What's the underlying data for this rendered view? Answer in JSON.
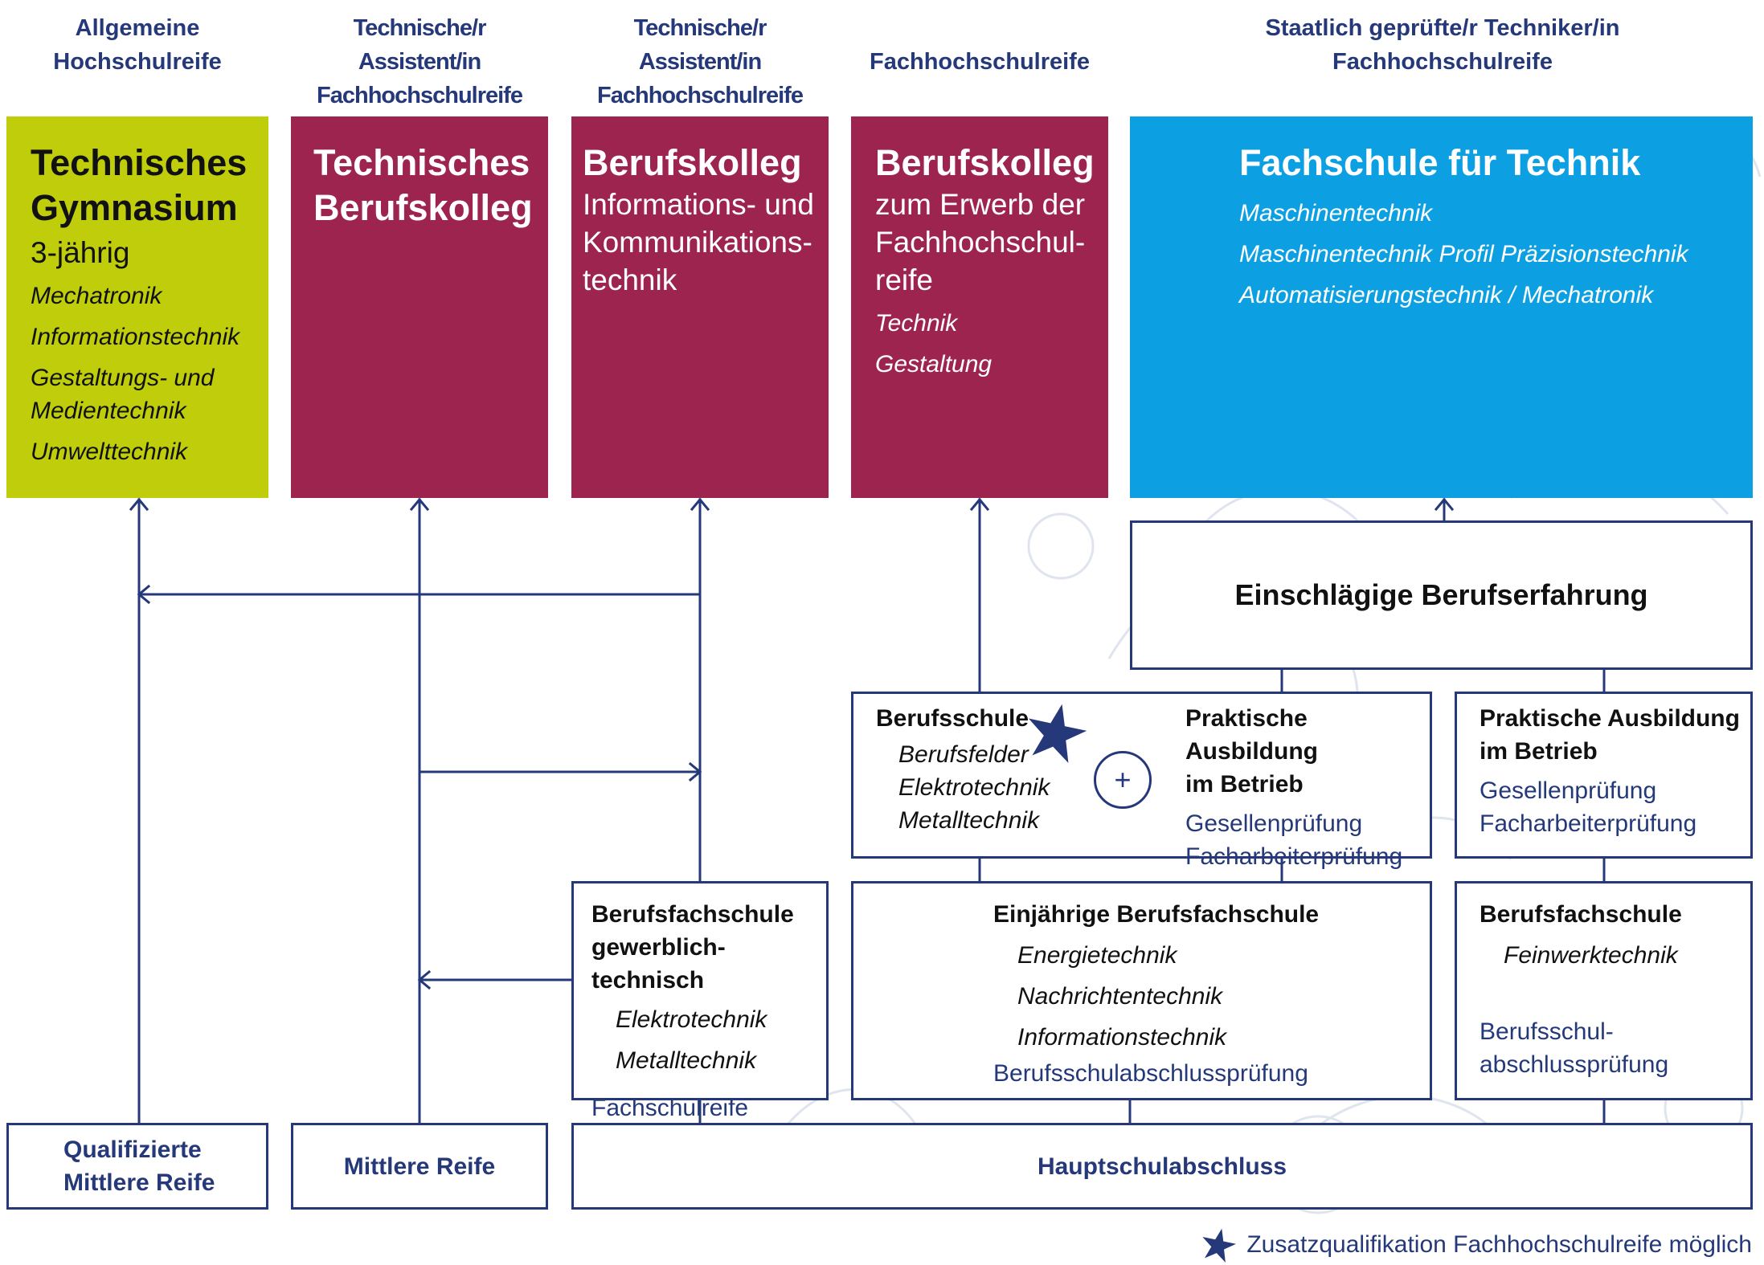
{
  "colors": {
    "navy": "#24387a",
    "lime": "#bfcd0b",
    "maroon": "#9e2450",
    "cyan": "#0ca0e2",
    "background_pattern": "#dfe4ef"
  },
  "header": {
    "col1": [
      "Allgemeine",
      "Hochschulreife"
    ],
    "col2": [
      "Technische/r Assistent/in",
      "Fachhochschulreife"
    ],
    "col3": [
      "Technische/r Assistent/in",
      "Fachhochschulreife"
    ],
    "col4": [
      "Fachhochschulreife"
    ],
    "col5": [
      "Staatlich geprüfte/r Techniker/in",
      "Fachhochschulreife"
    ]
  },
  "schools": {
    "tg": {
      "title": [
        "Technisches",
        "Gymnasium"
      ],
      "duration": "3-jährig",
      "profiles": [
        "Mechatronik",
        "Informationstechnik",
        "Gestaltungs- und",
        "Medientechnik",
        "Umwelttechnik"
      ]
    },
    "tbk": {
      "title": [
        "Technisches",
        "Berufskolleg"
      ]
    },
    "bk_ik": {
      "title": "Berufskolleg",
      "subtitle": [
        "Informations- und",
        "Kommunikations-",
        "technik"
      ]
    },
    "bk_fhr": {
      "title": "Berufskolleg",
      "subtitle": [
        "zum Erwerb der",
        "Fachhochschul-",
        "reife"
      ],
      "profiles": [
        "Technik",
        "Gestaltung"
      ]
    },
    "fst": {
      "title": "Fachschule für Technik",
      "profiles": [
        "Maschinentechnik",
        "Maschinentechnik Profil Präzisionstechnik",
        "Automatisierungstechnik / Mechatronik"
      ]
    }
  },
  "boxes": {
    "berufserfahrung": "Einschlägige Berufserfahrung",
    "berufsschule": {
      "title": "Berufsschule",
      "items": [
        "Berufsfelder",
        "Elektrotechnik",
        "Metalltechnik"
      ]
    },
    "plus_symbol": "+",
    "praxis1": {
      "title": [
        "Praktische Ausbildung",
        "im Betrieb"
      ],
      "exams": [
        "Gesellenprüfung",
        "Facharbeiterprüfung"
      ]
    },
    "praxis2": {
      "title": [
        "Praktische Ausbildung",
        "im Betrieb"
      ],
      "exams": [
        "Gesellenprüfung",
        "Facharbeiterprüfung"
      ]
    },
    "bfs_gt": {
      "title": [
        "Berufsfachschule",
        "gewerblich-technisch"
      ],
      "items": [
        "Elektrotechnik",
        "Metalltechnik"
      ],
      "exam": "Fachschulreife"
    },
    "ebfs": {
      "title": "Einjährige Berufsfachschule",
      "items": [
        "Energietechnik",
        "Nachrichtentechnik",
        "Informationstechnik"
      ],
      "exam": "Berufsschulabschlussprüfung"
    },
    "bfs_fw": {
      "title": "Berufsfachschule",
      "items": [
        "Feinwerktechnik"
      ],
      "exam": [
        "Berufsschul-",
        "abschlussprüfung"
      ]
    }
  },
  "entry": {
    "qmr": [
      "Qualifizierte",
      "Mittlere Reife"
    ],
    "mr": "Mittlere Reife",
    "hsa": "Hauptschulabschluss"
  },
  "legend": {
    "icon": "star-icon",
    "text": "Zusatzqualifikation Fachhochschulreife möglich"
  }
}
